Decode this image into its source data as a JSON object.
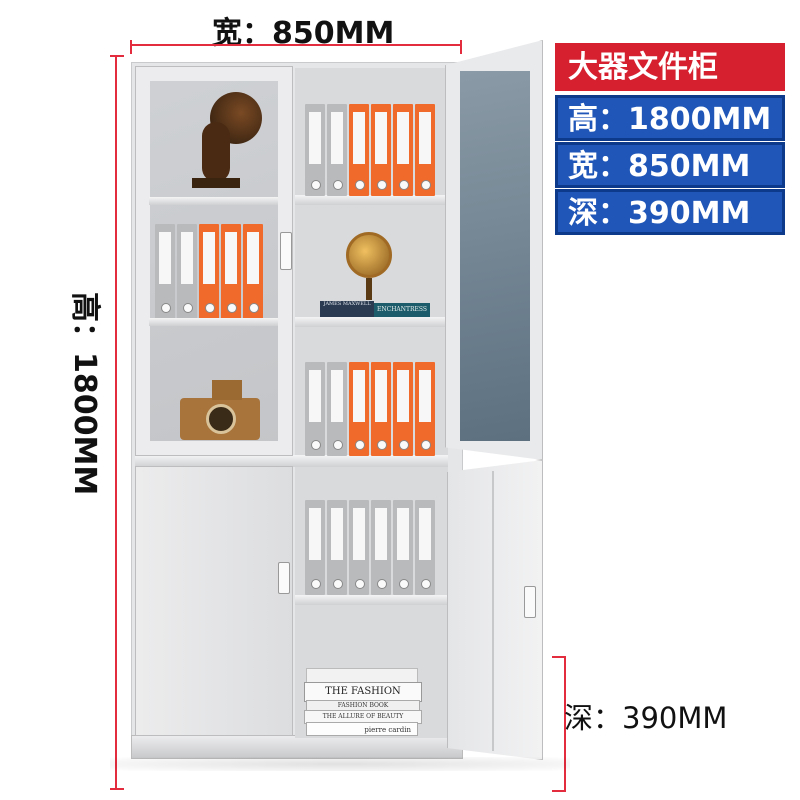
{
  "dimensions": {
    "width_label": "宽：850MM",
    "height_label": "高：1800MM",
    "depth_label": "深：390MM"
  },
  "spec_box": {
    "title": "大器文件柜",
    "rows": [
      "高：1800MM",
      "宽：850MM",
      "深：390MM"
    ]
  },
  "books": {
    "james_maxwell": "JAMES MAXWELL",
    "enchantress": "ENCHANTRESS",
    "the_fashion": "THE FASHION",
    "the_fashion_book": "FASHION BOOK",
    "allure": "THE ALLURE OF BEAUTY",
    "pierre": "pierre cardin"
  },
  "colors": {
    "accent_red": "#d6202f",
    "accent_blue": "#1f56b8",
    "binder_orange": "#f06a2b",
    "binder_gray": "#b9babc"
  }
}
